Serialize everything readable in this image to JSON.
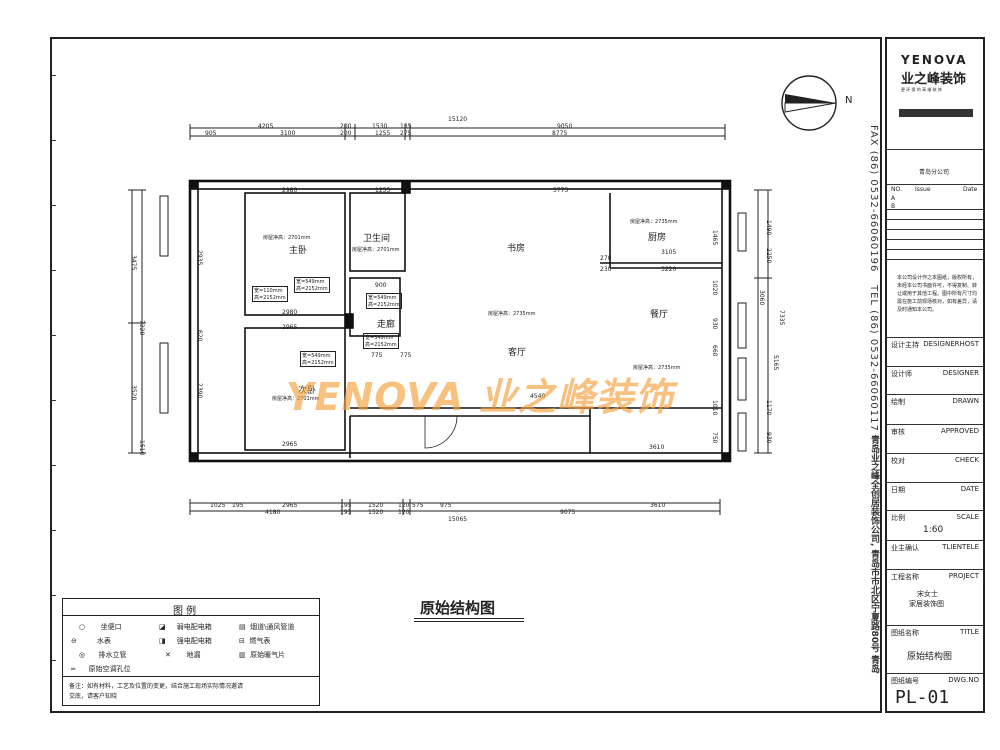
{
  "drawing_title": "原始结构图",
  "rooms": {
    "master_bedroom": "主卧",
    "bathroom": "卫生间",
    "study": "书房",
    "kitchen": "厨房",
    "dining": "餐厅",
    "living": "客厅",
    "corridor": "走廊",
    "second_bedroom": "次卧"
  },
  "ceiling_notes": {
    "master": "房屋净高：2701mm",
    "bathroom": "房屋净高：2701mm",
    "kitchen": "房屋净高：2735mm",
    "living": "房屋净高：2735mm",
    "dining": "房屋净高：2735mm",
    "second": "房屋净高：2701mm"
  },
  "window_notes": [
    {
      "w": "宽=549mm",
      "h": "高=2152mm"
    },
    {
      "w": "宽=110mm",
      "h": "高=2152mm"
    },
    {
      "w": "宽=549mm",
      "h": "高=2152mm"
    },
    {
      "w": "宽=549mm",
      "h": "高=2152mm"
    },
    {
      "w": "宽=549mm",
      "h": "高=2152mm"
    }
  ],
  "top_dims_outer": [
    "4205",
    "200",
    "1530",
    "135",
    "9050"
  ],
  "top_dims_inner": [
    "905",
    "3100",
    "200",
    "1255",
    "275",
    "8775"
  ],
  "top_total": "15120",
  "plan_top_dims": [
    "2980",
    "1255",
    "5775"
  ],
  "bottom_dims_inner": [
    "1025",
    "195",
    "2965",
    "195",
    "1520",
    "120",
    "575",
    "975",
    "3610"
  ],
  "bottom_dims_outer": [
    "4180",
    "195",
    "1520",
    "120",
    "9075"
  ],
  "bottom_total": "15065",
  "interior_dims": [
    "2980",
    "2965",
    "2965",
    "3105",
    "3220",
    "4540",
    "3610",
    "775",
    "775",
    "900",
    "270",
    "230"
  ],
  "left_dims": [
    "3475",
    "7220",
    "3520",
    "2935",
    "2390",
    "620",
    "1510"
  ],
  "right_dims": [
    "1465",
    "1020",
    "930",
    "660",
    "1010",
    "750",
    "1490",
    "2250",
    "3060",
    "7335",
    "5165",
    "1170",
    "930"
  ],
  "watermark": "业之峰装饰",
  "legend": {
    "title": "图  例",
    "items": [
      {
        "icon": "○",
        "label": "坐便口"
      },
      {
        "icon": "◪",
        "label": "弱电配电箱"
      },
      {
        "icon": "▤",
        "label": "烟道\\通风管道"
      },
      {
        "icon": "⊖",
        "label": "水表"
      },
      {
        "icon": "◨",
        "label": "强电配电箱"
      },
      {
        "icon": "⊟",
        "label": "燃气表"
      },
      {
        "icon": "◎",
        "label": "排水立管"
      },
      {
        "icon": "✕",
        "label": "地漏"
      },
      {
        "icon": "▥",
        "label": "原始暖气片"
      },
      {
        "icon": "═",
        "label": "原始空调孔位"
      }
    ],
    "remark_1": "备注：如有材料，工艺及位置的变更，结合施工现场实际情况邀请",
    "remark_2": "交底，请客户知晓"
  },
  "compass": "N",
  "title_block": {
    "brand": "YENOVA",
    "brand_cn": "业之峰装饰",
    "slogan": "更 环 保 的 高 端 装 饰",
    "branch": "青岛分公司",
    "rev_no": "NO.",
    "rev_issue": "Issue",
    "rev_date": "Date",
    "rev_a": "A",
    "rev_b": "B",
    "notice": "本公司设计作之本图纸，版权所有，未经本公司书面许可，不得复制、转让或用于其他工程。图中所有尺寸均需在施工前现场核对，如有差异，请及时通知本公司。",
    "rows": [
      {
        "l": "设计主持",
        "r": "DESIGNERHOST"
      },
      {
        "l": "设计师",
        "r": "DESIGNER"
      },
      {
        "l": "绘制",
        "r": "DRAWN"
      },
      {
        "l": "审核",
        "r": "APPROVED"
      },
      {
        "l": "校对",
        "r": "CHECK"
      },
      {
        "l": "日期",
        "r": "DATE"
      },
      {
        "l": "比例",
        "r": "SCALE"
      },
      {
        "l": "业主确认",
        "r": "TLIENTELE"
      },
      {
        "l": "工程名称",
        "r": "PROJECT"
      },
      {
        "l": "图纸名称",
        "r": "TITLE"
      },
      {
        "l": "图纸编号",
        "r": "DWG.NO"
      }
    ],
    "scale": "1:60",
    "project_1": "宋女士",
    "project_2": "家居装饰图",
    "title_val": "原始结构图",
    "dwg_no": "PL-01",
    "fax": "FAX (86) 0532-66060196",
    "tel": "TEL (86) 0532-66060117",
    "address": "青岛业之峰全创居装饰公司, 青岛市市北区宁夏路80号 青岛"
  }
}
